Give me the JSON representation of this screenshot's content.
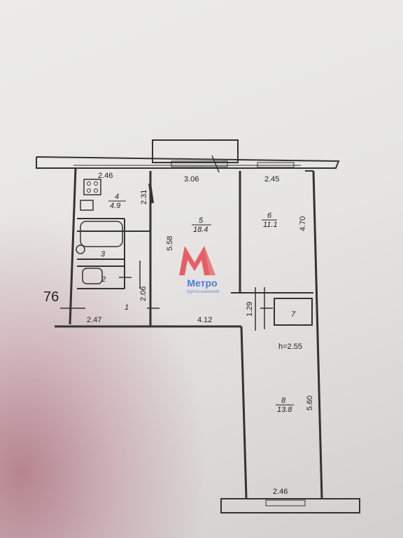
{
  "labels": {
    "stair_mark": "76",
    "height": "h=2.55"
  },
  "dimensions": {
    "d246_top": "2.46",
    "d306": "3.06",
    "d245": "2.45",
    "d231": "2.31",
    "d558": "5.58",
    "d470": "4.70",
    "d206": "2.06",
    "d129": "1.29",
    "d247": "2.47",
    "d412": "4.12",
    "d560": "5.60",
    "d246_bottom": "2.46"
  },
  "rooms": [
    {
      "num": "1",
      "area": ""
    },
    {
      "num": "2",
      "area": ""
    },
    {
      "num": "3",
      "area": ""
    },
    {
      "num": "4",
      "area": "4.9"
    },
    {
      "num": "5",
      "area": "18.4"
    },
    {
      "num": "6",
      "area": "11.1"
    },
    {
      "num": "7",
      "area": ""
    },
    {
      "num": "8",
      "area": "13.8"
    }
  ],
  "watermark": {
    "brand": "Метро",
    "tagline": "группа компаний",
    "color": "#e8484f",
    "text_color": "#4a7bd0"
  }
}
